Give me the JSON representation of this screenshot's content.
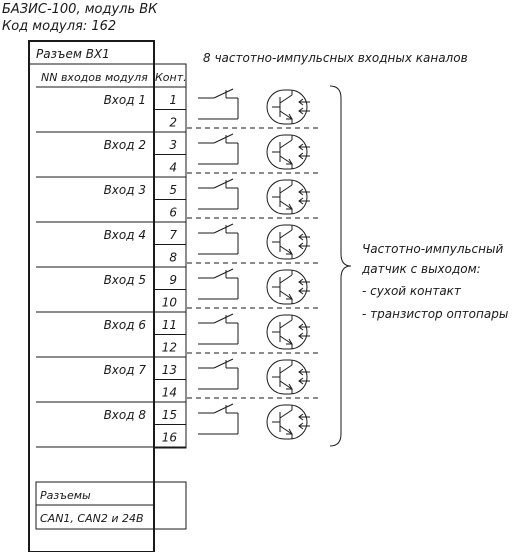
{
  "header": {
    "module_name": "БАЗИС-100, модуль ВК",
    "module_code": "Код модуля: 162"
  },
  "connector": {
    "title": "Разъем ВХ1",
    "col_inputs_header": "NN входов модуля",
    "col_contact_header": "Конт."
  },
  "inputs": [
    {
      "label": "Вход 1",
      "contacts": [
        "1",
        "2"
      ]
    },
    {
      "label": "Вход 2",
      "contacts": [
        "3",
        "4"
      ]
    },
    {
      "label": "Вход 3",
      "contacts": [
        "5",
        "6"
      ]
    },
    {
      "label": "Вход 4",
      "contacts": [
        "7",
        "8"
      ]
    },
    {
      "label": "Вход 5",
      "contacts": [
        "9",
        "10"
      ]
    },
    {
      "label": "Вход 6",
      "contacts": [
        "11",
        "12"
      ]
    },
    {
      "label": "Вход 7",
      "contacts": [
        "13",
        "14"
      ]
    },
    {
      "label": "Вход 8",
      "contacts": [
        "15",
        "16"
      ]
    }
  ],
  "channels_caption": "8 частотно-импульсных входных каналов",
  "sensor_note": {
    "line1": "Частотно-импульсный",
    "line2": "датчик с выходом:",
    "item1": "- сухой контакт",
    "item2": "- транзистор оптопары"
  },
  "connectors_box": {
    "line1": "Разъемы",
    "line2": "CAN1, CAN2 и 24В"
  }
}
